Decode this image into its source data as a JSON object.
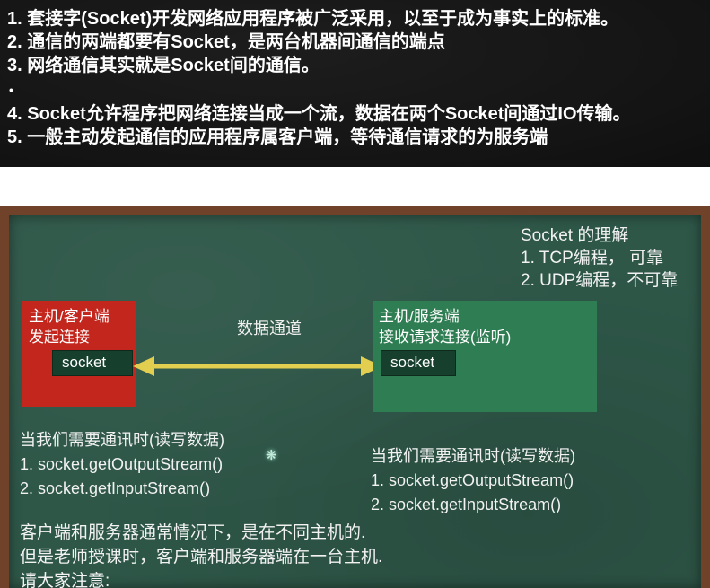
{
  "notes": {
    "lines": [
      "1. 套接字(Socket)开发网络应用程序被广泛采用，以至于成为事实上的标准。",
      "2. 通信的两端都要有Socket，是两台机器间通信的端点",
      "3. 网络通信其实就是Socket间的通信。",
      "4. Socket允许程序把网络连接当成一个流，数据在两个Socket间通过IO传输。",
      "5. 一般主动发起通信的应用程序属客户端，等待通信请求的为服务端"
    ],
    "bullet": "•"
  },
  "board": {
    "understanding": {
      "title": "Socket 的理解",
      "items": [
        "1. TCP编程， 可靠",
        "2. UDP编程，不可靠"
      ]
    },
    "client_box": {
      "line1": "主机/客户端",
      "line2": "发起连接",
      "socket_label": "socket"
    },
    "channel_label": "数据通道",
    "server_box": {
      "line1": "主机/服务端",
      "line2": "接收请求连接(监听)",
      "socket_label": "socket"
    },
    "client_io": {
      "title": "当我们需要通讯时(读写数据)",
      "items": [
        "1. socket.getOutputStream()",
        "2. socket.getInputStream()"
      ]
    },
    "server_io": {
      "title": "当我们需要通讯时(读写数据)",
      "items": [
        "1. socket.getOutputStream()",
        "2. socket.getInputStream()"
      ]
    },
    "footer_lines": [
      "客户端和服务器通常情况下，是在不同主机的.",
      "但是老师授课时，客户端和服务器端在一台主机.",
      "请大家注意:"
    ]
  },
  "icons": {
    "sparkle": "❋"
  },
  "colors": {
    "notes_bg": "#141414",
    "board_bg": "#2e5748",
    "frame": "#6f4229",
    "client_box_bg": "#c3261d",
    "server_box_bg": "#2f7e53",
    "socket_box_bg": "#16402d",
    "arrow": "#e3cf4f",
    "text": "#ffffff"
  }
}
